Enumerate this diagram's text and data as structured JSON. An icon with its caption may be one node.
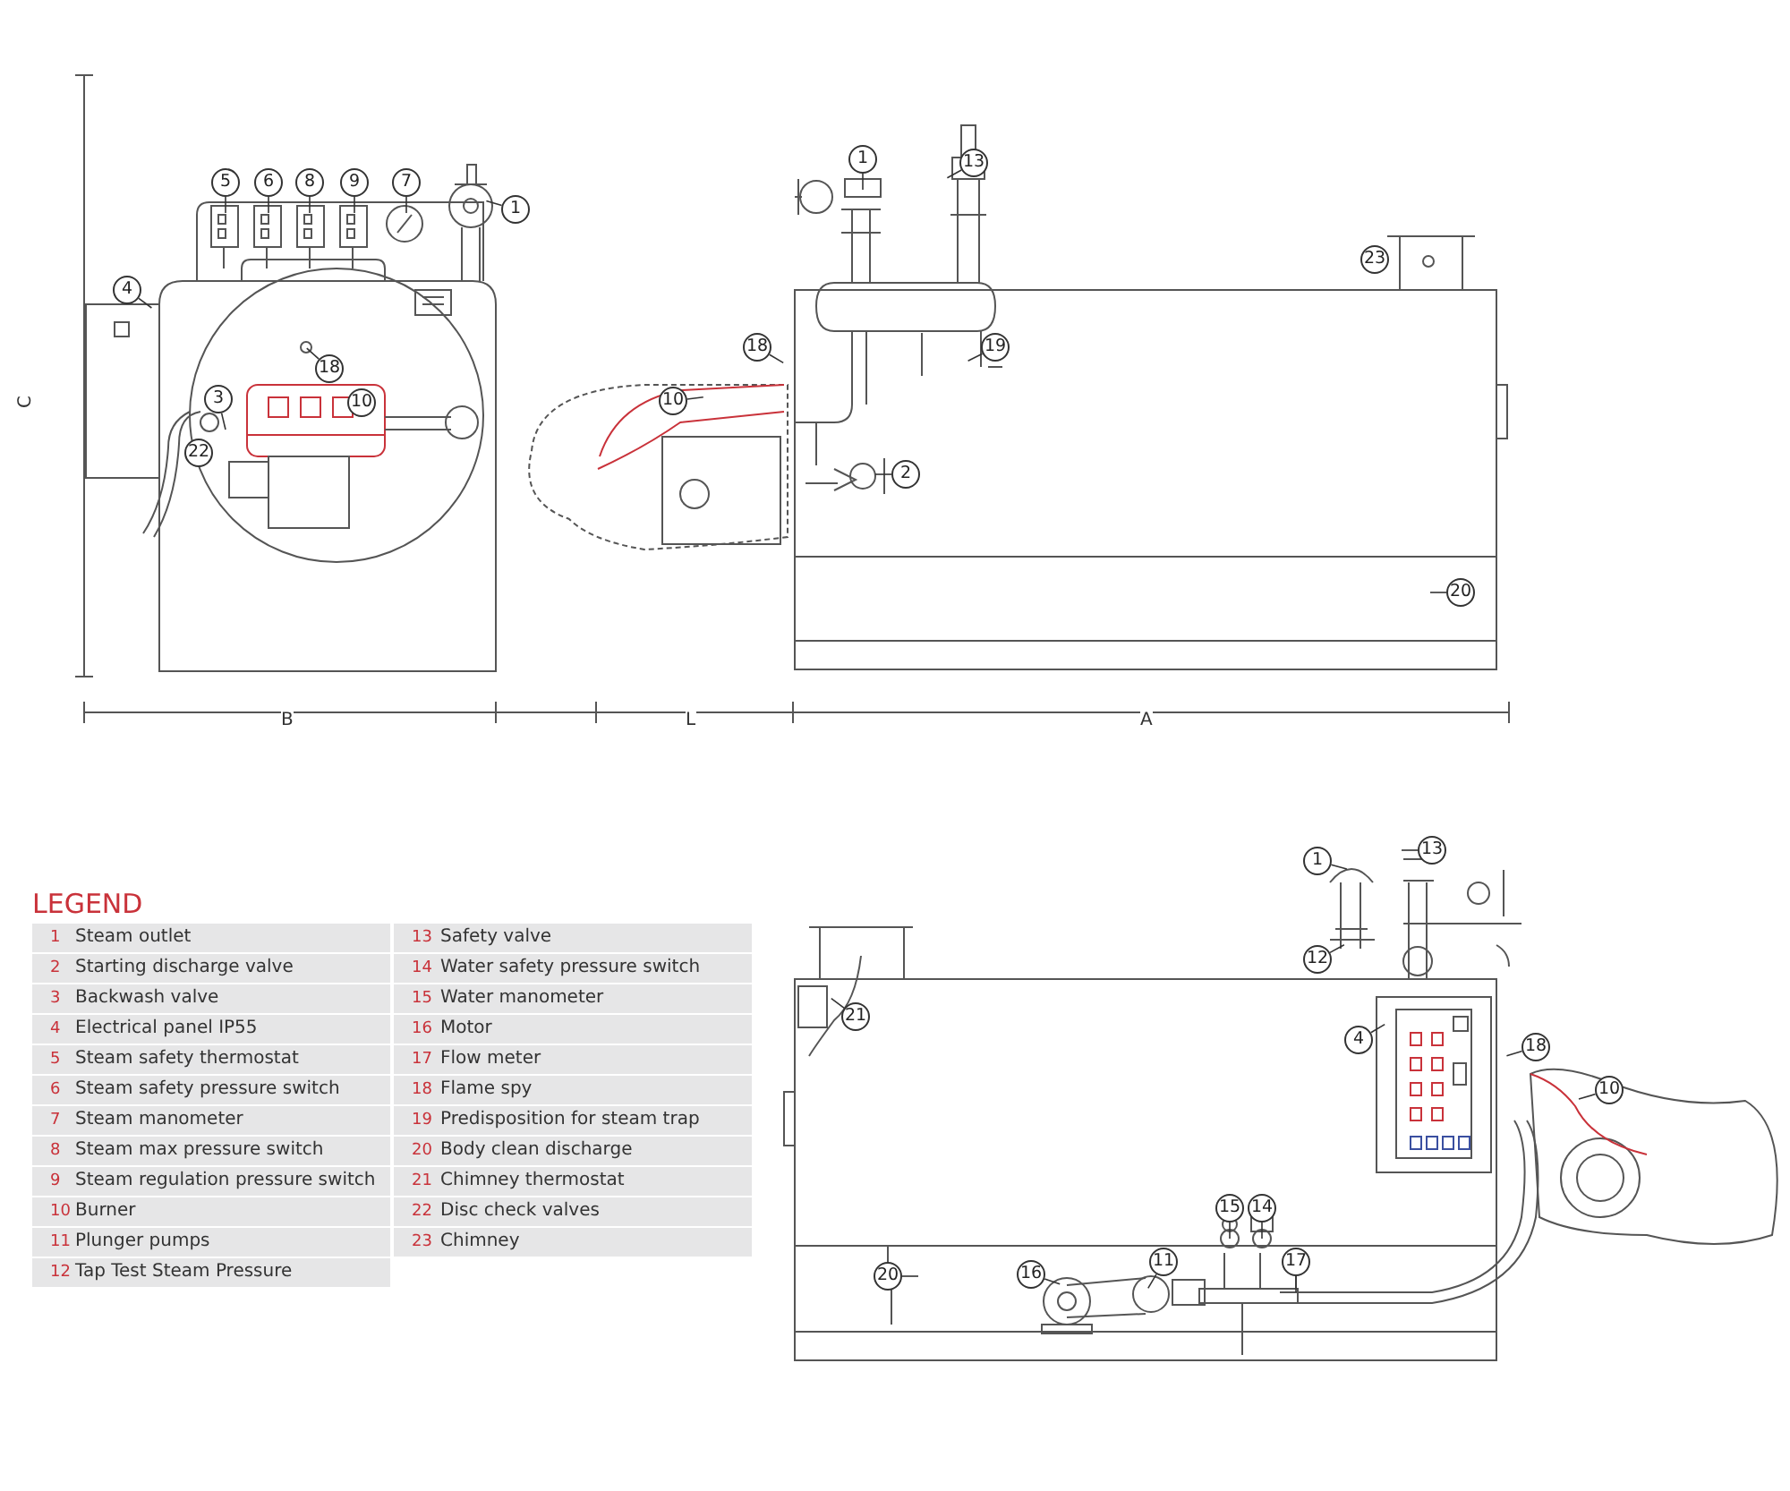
{
  "diagram": {
    "nodes": [
      {
        "text": [
          "5"
        ]
      },
      {
        "text": [
          "6"
        ]
      },
      {
        "text": [
          "8"
        ]
      },
      {
        "text": [
          "9"
        ]
      },
      {
        "text": [
          "7"
        ]
      },
      {
        "text": [
          "1"
        ]
      },
      {
        "text": [
          "4"
        ]
      },
      {
        "text": [
          "18"
        ]
      },
      {
        "text": [
          "3"
        ]
      },
      {
        "text": [
          "10"
        ]
      },
      {
        "text": [
          "22"
        ]
      },
      {
        "text": [
          "1"
        ]
      },
      {
        "text": [
          "13"
        ]
      },
      {
        "text": [
          "23"
        ]
      },
      {
        "text": [
          "18"
        ]
      },
      {
        "text": [
          "19"
        ]
      },
      {
        "text": [
          "10"
        ]
      },
      {
        "text": [
          "2"
        ]
      },
      {
        "text": [
          "20"
        ]
      },
      {
        "text": [
          "1"
        ]
      },
      {
        "text": [
          "13"
        ]
      },
      {
        "text": [
          "12"
        ]
      },
      {
        "text": [
          "21"
        ]
      },
      {
        "text": [
          "4"
        ]
      },
      {
        "text": [
          "18"
        ]
      },
      {
        "text": [
          "10"
        ]
      },
      {
        "text": [
          "15"
        ]
      },
      {
        "text": [
          "14"
        ]
      },
      {
        "text": [
          "17"
        ]
      },
      {
        "text": [
          "11"
        ]
      },
      {
        "text": [
          "16"
        ]
      },
      {
        "text": [
          "20"
        ]
      }
    ],
    "edges": [
      {
        "from": 0,
        "to": null,
        "arrow": "none"
      },
      {
        "from": 1,
        "to": null,
        "arrow": "none"
      },
      {
        "from": 2,
        "to": null,
        "arrow": "none"
      },
      {
        "from": 3,
        "to": null,
        "arrow": "none"
      },
      {
        "from": 4,
        "to": null,
        "arrow": "none"
      },
      {
        "from": 5,
        "to": null,
        "arrow": "none"
      },
      {
        "from": 6,
        "to": null,
        "arrow": "none"
      },
      {
        "from": 7,
        "to": null,
        "arrow": "none"
      },
      {
        "from": 8,
        "to": null,
        "arrow": "none"
      },
      {
        "from": 11,
        "to": null,
        "arrow": "none"
      },
      {
        "from": 12,
        "to": null,
        "arrow": "none"
      },
      {
        "from": 14,
        "to": null,
        "arrow": "none"
      },
      {
        "from": 15,
        "to": null,
        "arrow": "none"
      },
      {
        "from": 16,
        "to": null,
        "arrow": "none"
      },
      {
        "from": 17,
        "to": null,
        "arrow": "none"
      },
      {
        "from": 18,
        "to": null,
        "arrow": "none"
      },
      {
        "from": 19,
        "to": null,
        "arrow": "none"
      },
      {
        "from": 20,
        "to": null,
        "arrow": "none"
      },
      {
        "from": 21,
        "to": null,
        "arrow": "none"
      },
      {
        "from": 22,
        "to": null,
        "arrow": "none"
      },
      {
        "from": 23,
        "to": null,
        "arrow": "none"
      },
      {
        "from": 24,
        "to": null,
        "arrow": "none"
      },
      {
        "from": 25,
        "to": null,
        "arrow": "none"
      },
      {
        "from": 26,
        "to": null,
        "arrow": "none"
      },
      {
        "from": 27,
        "to": null,
        "arrow": "none"
      },
      {
        "from": 28,
        "to": null,
        "arrow": "none"
      },
      {
        "from": 29,
        "to": null,
        "arrow": "none"
      },
      {
        "from": 30,
        "to": null,
        "arrow": "none"
      },
      {
        "from": 31,
        "to": null,
        "arrow": "none"
      }
    ],
    "labels": [
      "C",
      "B",
      "L",
      "A",
      "LEGEND",
      "1",
      "Steam outlet",
      "13",
      "Safety valve",
      "2",
      "Starting discharge valve",
      "14",
      "Water safety pressure switch",
      "3",
      "Backwash valve",
      "15",
      "Water manometer",
      "4",
      "Electrical panel IP55",
      "16",
      "Motor",
      "5",
      "Steam safety thermostat",
      "17",
      "Flow meter",
      "6",
      "Steam safety pressure switch",
      "18",
      "Flame spy",
      "7",
      "Steam manometer",
      "19",
      "Predisposition for steam trap",
      "8",
      "Steam max pressure switch",
      "20",
      "Body clean discharge",
      "9",
      "Steam regulation pressure switch",
      "21",
      "Chimney thermostat",
      "10",
      "Burner",
      "22",
      "Disc check valves",
      "11",
      "Plunger pumps",
      "23",
      "Chimney",
      "12",
      "Tap Test Steam Pressure"
    ]
  }
}
